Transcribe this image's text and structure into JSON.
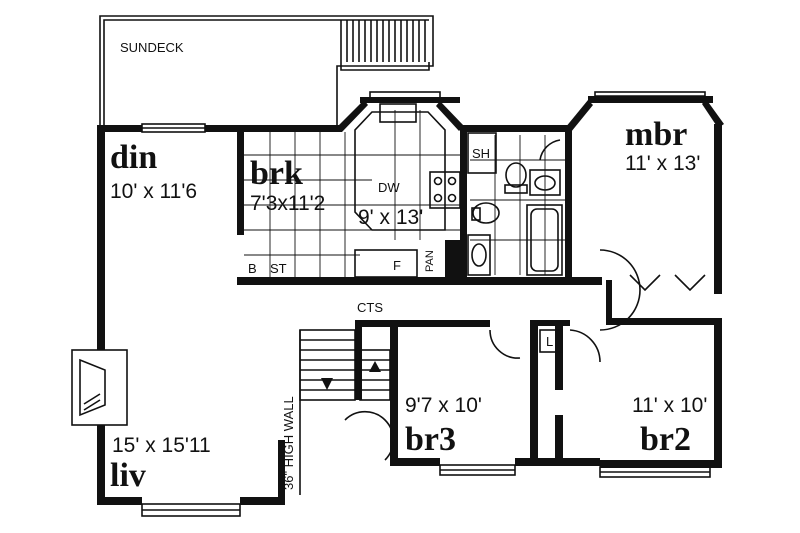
{
  "outdoor": {
    "sundeck": "SUNDECK"
  },
  "rooms": {
    "din": {
      "name": "din",
      "dims": "10' x 11'6"
    },
    "brk": {
      "name": "brk",
      "dims": "7'3x11'2"
    },
    "kitchen": {
      "dims": "9' x 13'"
    },
    "mbr": {
      "name": "mbr",
      "dims": "11' x 13'"
    },
    "liv": {
      "name": "liv",
      "dims": "15' x 15'11"
    },
    "br3": {
      "name": "br3",
      "dims": "9'7 x 10'"
    },
    "br2": {
      "name": "br2",
      "dims": "11' x 10'"
    }
  },
  "fixtures": {
    "dishwasher": "DW",
    "shower": "SH",
    "fridge": "F",
    "pantry": "PAN",
    "bench": "B",
    "storage": "ST",
    "cts": "CTS",
    "linen": "L"
  },
  "notes": {
    "half_wall": "36\" HIGH WALL"
  }
}
